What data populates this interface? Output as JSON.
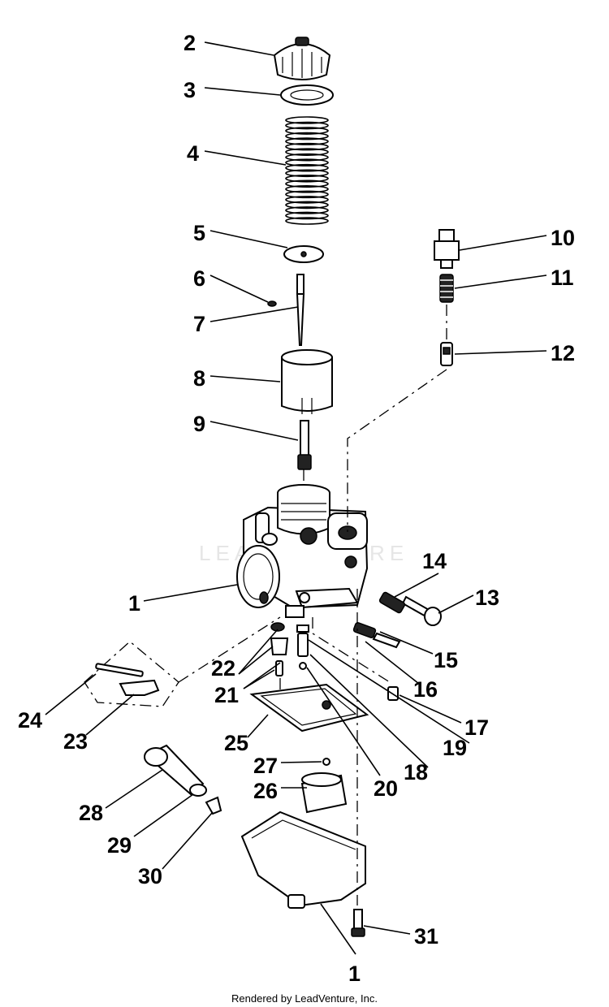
{
  "watermark": "LEADVENTURE",
  "footer": "Rendered by LeadVenture, Inc.",
  "labels": {
    "p1_top": "1",
    "p1_bottom": "1",
    "p2": "2",
    "p3": "3",
    "p4": "4",
    "p5": "5",
    "p6": "6",
    "p7": "7",
    "p8": "8",
    "p9": "9",
    "p10": "10",
    "p11": "11",
    "p12": "12",
    "p13": "13",
    "p14": "14",
    "p15": "15",
    "p16": "16",
    "p17": "17",
    "p18": "18",
    "p19": "19",
    "p20": "20",
    "p21": "21",
    "p22": "22",
    "p23": "23",
    "p24": "24",
    "p25": "25",
    "p26": "26",
    "p27": "27",
    "p28": "28",
    "p29": "29",
    "p30": "30",
    "p31": "31"
  }
}
